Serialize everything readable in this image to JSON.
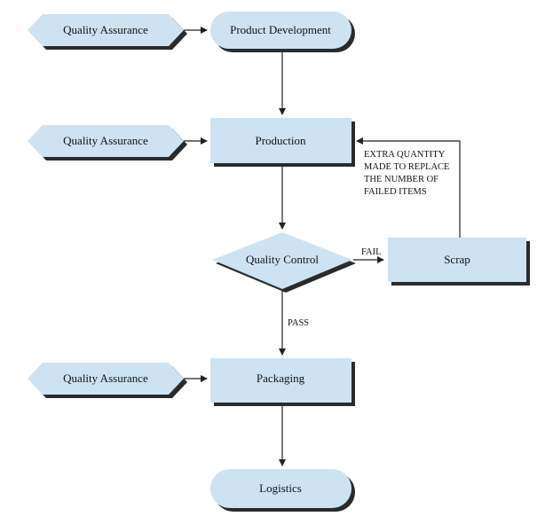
{
  "colors": {
    "fill": "#cde3f2",
    "shadow": "#2b2b2b",
    "line": "#222222"
  },
  "nodes": {
    "qa1": "Quality Assurance",
    "product_dev": "Product Development",
    "qa2": "Quality Assurance",
    "production": "Production",
    "quality_control": "Quality Control",
    "scrap": "Scrap",
    "qa3": "Quality Assurance",
    "packaging": "Packaging",
    "logistics": "Logistics"
  },
  "labels": {
    "fail": "FAIL",
    "pass": "PASS",
    "extra": [
      "EXTRA  QUANTITY",
      "MADE TO REPLACE",
      "THE NUMBER OF",
      "FAILED ITEMS"
    ]
  }
}
